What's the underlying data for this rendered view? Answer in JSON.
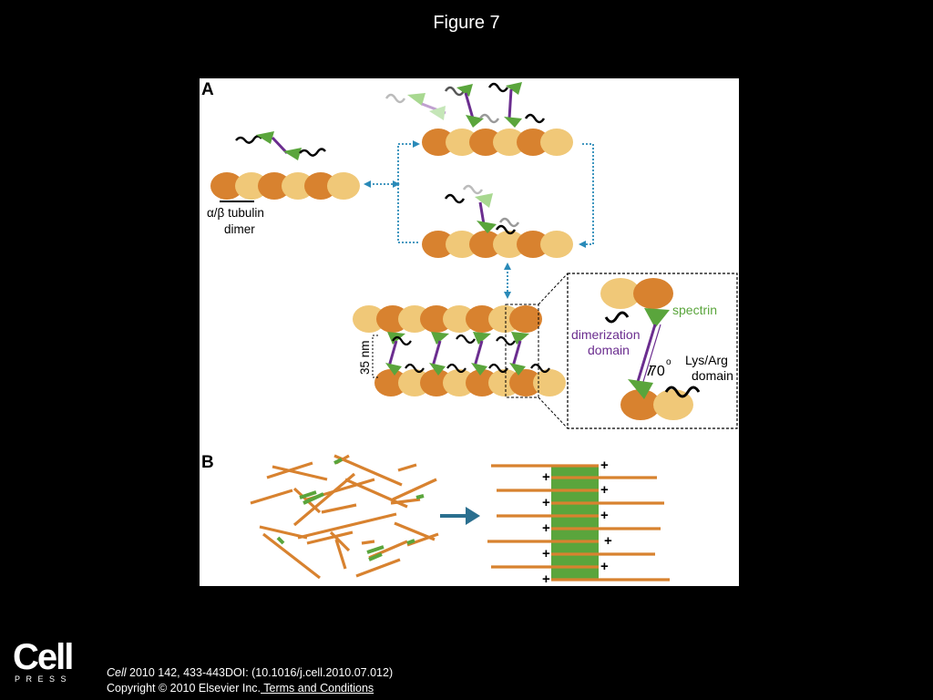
{
  "slide": {
    "title": "Figure 7"
  },
  "panel_a": {
    "label": "A",
    "tubulin_label_line1": "α/β tubulin",
    "tubulin_label_line2": "dimer",
    "distance_label": "35 nm",
    "spectrin_label": "spectrin",
    "dimerization_line1": "dimerization",
    "dimerization_line2": "domain",
    "angle_label": "70",
    "angle_degree": "o",
    "lysarg_line1": "Lys/Arg",
    "lysarg_line2": "domain"
  },
  "panel_b": {
    "label": "B",
    "plus_sign": "+"
  },
  "colors": {
    "alpha_tubulin": "#d8822f",
    "beta_tubulin": "#f0c878",
    "spectrin": "#5aa53c",
    "dimerization": "#6b2d8f",
    "arrow_blue": "#2a8ab8",
    "big_arrow": "#2a6f8f"
  },
  "footer": {
    "logo_word": "Cell",
    "logo_sub": "PRESS",
    "journal": "Cell",
    "citation_rest": " 2010 142, 433-443DOI: (10.1016/j.cell.2010.07.012)",
    "copyright": "Copyright © 2010 Elsevier Inc.",
    "terms_link": " Terms and Conditions"
  }
}
